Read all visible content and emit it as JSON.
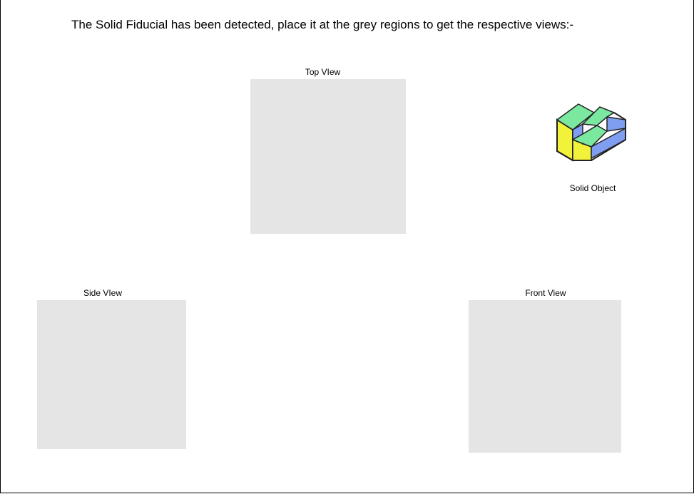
{
  "instruction": "The Solid Fiducial has been detected, place it at the grey regions to get the respective views:-",
  "views": {
    "top": {
      "label": "Top VIew"
    },
    "side": {
      "label": "Side VIew"
    },
    "front": {
      "label": "Front View"
    }
  },
  "solid_object": {
    "label": "Solid Object",
    "icon": "isometric-solid-block-icon",
    "colors": {
      "top_face": "#7be8a0",
      "side_face": "#7f9ef2",
      "front_face": "#f2f23a",
      "outline": "#222222"
    }
  },
  "colors": {
    "drop_region": "#e5e5e5",
    "background": "#ffffff"
  }
}
